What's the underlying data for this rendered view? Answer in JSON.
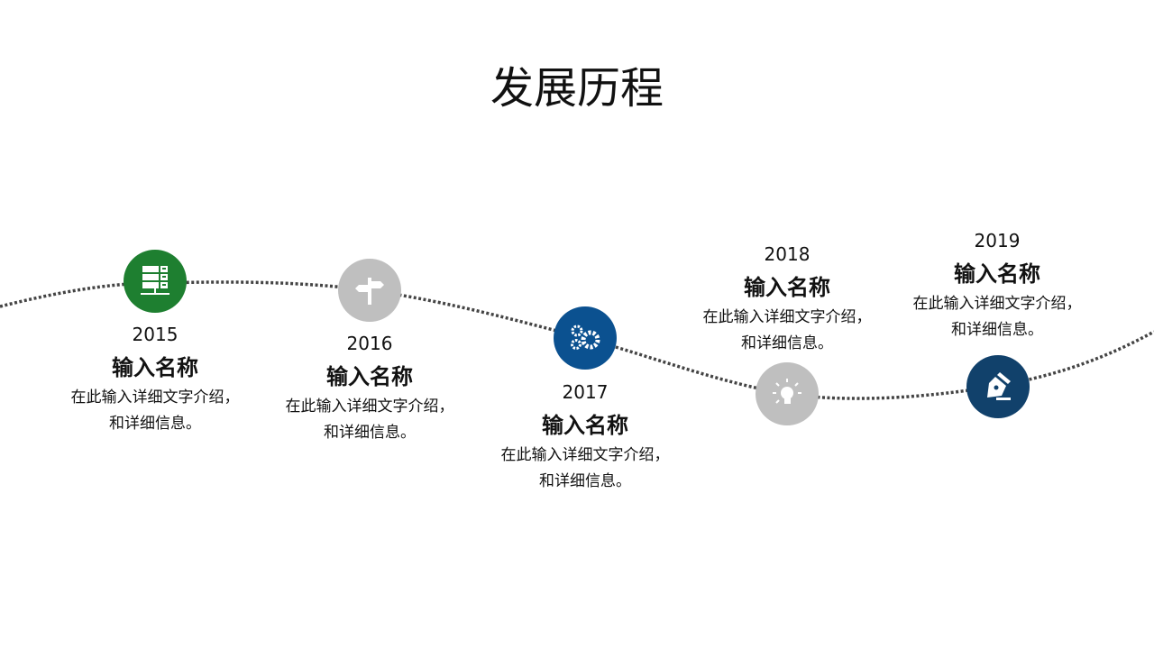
{
  "title": "发展历程",
  "colors": {
    "green": "#1e7f30",
    "gray": "#bfbfbf",
    "blue": "#0b5190",
    "navy": "#11416b",
    "line": "#444444"
  },
  "milestones": [
    {
      "year": "2015",
      "name": "输入名称",
      "desc1": "在此输入详细文字介绍，",
      "desc2": "和详细信息。",
      "icon": "server-icon"
    },
    {
      "year": "2016",
      "name": "输入名称",
      "desc1": "在此输入详细文字介绍，",
      "desc2": "和详细信息。",
      "icon": "signpost-icon"
    },
    {
      "year": "2017",
      "name": "输入名称",
      "desc1": "在此输入详细文字介绍，",
      "desc2": "和详细信息。",
      "icon": "gears-icon"
    },
    {
      "year": "2018",
      "name": "输入名称",
      "desc1": "在此输入详细文字介绍，",
      "desc2": "和详细信息。",
      "icon": "lightbulb-icon"
    },
    {
      "year": "2019",
      "name": "输入名称",
      "desc1": "在此输入详细文字介绍，",
      "desc2": "和详细信息。",
      "icon": "pen-nib-icon"
    }
  ]
}
